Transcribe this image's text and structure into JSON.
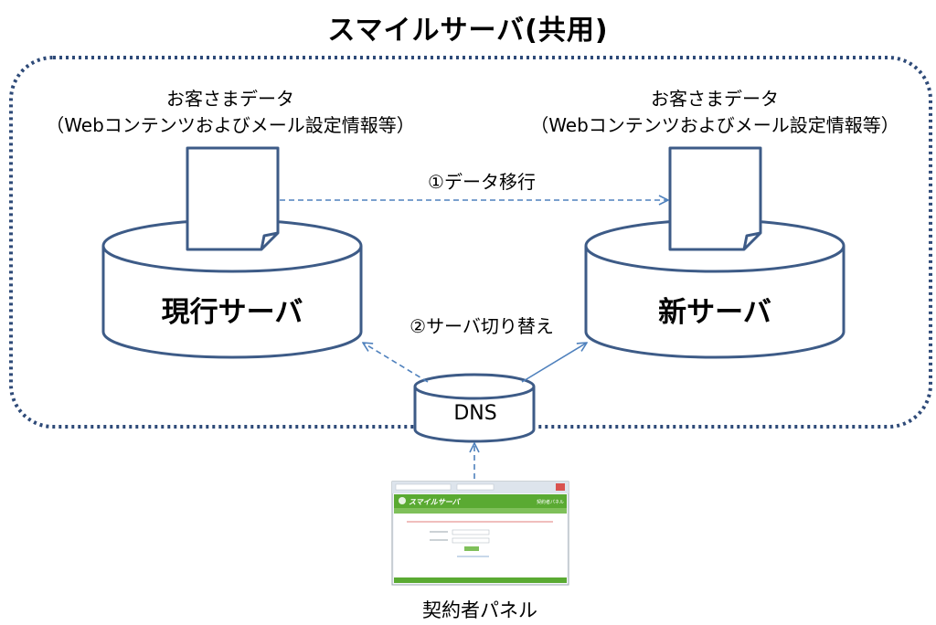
{
  "title": "スマイルサーバ(共用)",
  "current_server": {
    "data_title": "お客さまデータ",
    "data_subtitle": "（Webコンテンツおよびメール設定情報等）",
    "label": "現行サーバ"
  },
  "new_server": {
    "data_title": "お客さまデータ",
    "data_subtitle": "（Webコンテンツおよびメール設定情報等）",
    "label": "新サーバ"
  },
  "steps": {
    "migration": "①データ移行",
    "switch": "②サーバ切り替え"
  },
  "dns_label": "DNS",
  "contract_panel": {
    "label": "契約者パネル",
    "screenshot_brand": "スマイルサーバ",
    "screenshot_header_right": "契約者パネル"
  },
  "colors": {
    "cylinder_stroke": "#3d5b87",
    "boundary": "#2e4a78",
    "arrow": "#4f81bd",
    "panel_green": "#5aaa32"
  }
}
